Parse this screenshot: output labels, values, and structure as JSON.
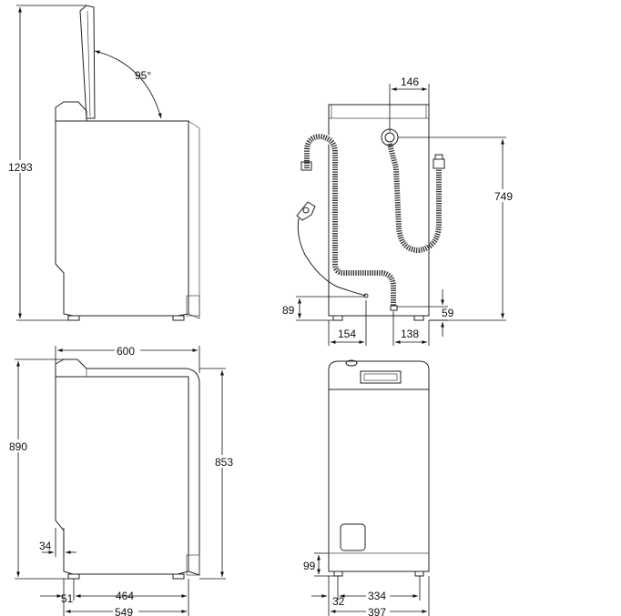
{
  "dimensions": {
    "total_height_lid_open": "1293",
    "lid_angle": "95°",
    "rear_width": "146",
    "rear_height": "749",
    "drain_height": "89",
    "hose_height": "59",
    "rear_left_offset": "154",
    "rear_right_offset": "138",
    "depth": "600",
    "height": "890",
    "body_height": "853",
    "toe_height": "34",
    "foot_offset": "51",
    "foot_spacing_depth": "464",
    "total_depth": "549",
    "plinth_height": "99",
    "front_foot_offset": "32",
    "foot_spacing_width": "334",
    "width": "397"
  }
}
